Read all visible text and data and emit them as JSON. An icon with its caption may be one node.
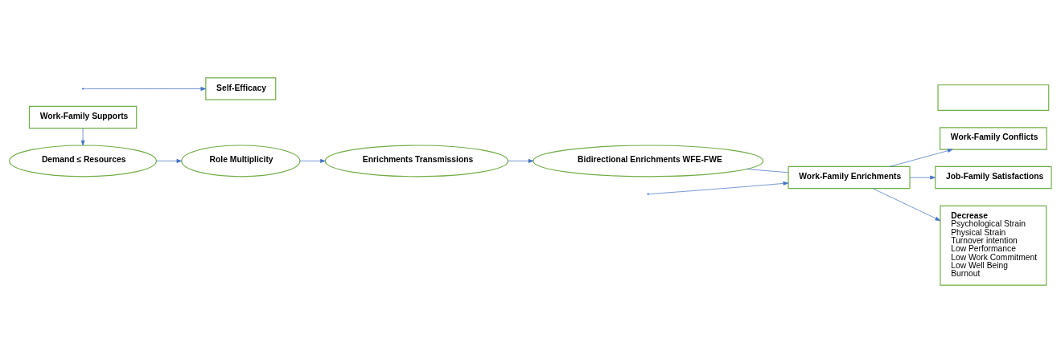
{
  "diagram": {
    "nodes": [
      {
        "text": [
          "Demand ≤ Resources"
        ]
      },
      {
        "text": [
          "Role Multiplicity"
        ]
      },
      {
        "text": [
          "Enrichments Transmissions"
        ]
      },
      {
        "text": [
          "Bidirectional Enrichments WFE-FWE"
        ]
      },
      {
        "text": [
          "Work-Family Enrichments"
        ]
      },
      {
        "text": [
          "Work-Family Supports"
        ]
      },
      {
        "text": [
          "Self-Efficacy"
        ]
      },
      {
        "text": [],
        "shape": "box"
      },
      {
        "text": [
          "Work-Family Conflicts"
        ]
      },
      {
        "text": [
          "Job-Family Satisfactions"
        ]
      },
      {
        "text": [
          "Decrease",
          "Psychological Strain",
          "Physical Strain",
          "Turnover intention",
          "Low Performance",
          "Low Work Commitment",
          "Low Well Being",
          "Burnout"
        ]
      }
    ],
    "edges": [
      {
        "from": 0,
        "to": 1,
        "arrow": "to"
      },
      {
        "from": 1,
        "to": 2,
        "arrow": "to"
      },
      {
        "from": 2,
        "to": 3,
        "arrow": "to"
      },
      {
        "from": 3,
        "to": 4,
        "arrow": "none"
      },
      {
        "from": null,
        "to": 4,
        "arrow": "to"
      },
      {
        "from": 5,
        "to": 0,
        "arrow": "to"
      },
      {
        "from": 4,
        "to": 9,
        "arrow": "to"
      },
      {
        "from": 4,
        "to": 8,
        "arrow": "to"
      },
      {
        "from": 4,
        "to": 10,
        "arrow": "to"
      },
      {
        "from": null,
        "to": 6,
        "arrow": "to"
      }
    ]
  }
}
